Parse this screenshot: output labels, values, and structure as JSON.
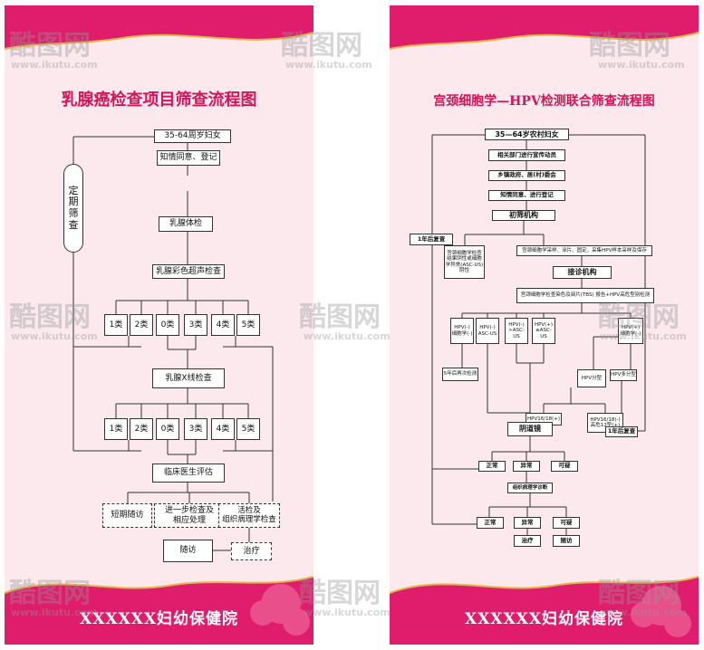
{
  "left": {
    "title": "乳腺癌检查项目筛查流程图",
    "periodic_label": "定期\n筛查",
    "n1": "35-64周岁妇女",
    "n2": "知情同意、登记",
    "n3": "乳腺体检",
    "n4": "乳腺彩色超声检查",
    "cats1": [
      "1类",
      "2类",
      "0类",
      "3类",
      "4类",
      "5类"
    ],
    "n5": "乳腺X线检查",
    "cats2": [
      "1类",
      "2类",
      "0类",
      "3类",
      "4类",
      "5类"
    ],
    "n6": "临床医生评估",
    "o1": "短期随访",
    "o2": "进一步检查及\n相应处理",
    "o3": "活检及\n组织病理学检查",
    "o4": "随访",
    "o5": "治疗",
    "org": "XXXXXX妇幼保健院"
  },
  "right": {
    "title": "宫颈细胞学—HPV检测联合筛查流程图",
    "r1": "35—64岁农村妇女",
    "r2": "相关部门进行宣传动员",
    "r3": "乡镇政府、居(村)委会",
    "r4": "知情同意、进行登记",
    "r5": "初筛机构",
    "year1": "1年后复查",
    "r6a": "宫颈细胞学检查结果阴性或细胞学异常(ASC-US)阴性",
    "r6b": "宫颈细胞学采样、涂片、固定，采集HPV样本采样及保存",
    "r7": "接诊机构",
    "r8": "宫颈细胞学检查染色及阅片(TBS) 报告+HPV高危型别检测",
    "h1": "HPV(-)\n细胞学(-)",
    "h2": "HPV(-)\nASC-US",
    "h3": "HPV(-)\n>ASC-US",
    "h4": "HPV(+)\n≥ASC-US",
    "h5": "HPV(+)\n细胞学(-)",
    "five": "5年后再次检测",
    "hg": "HPV分型",
    "hfu": "HPV多分型",
    "h16a": "HPV16/18(+)",
    "h16b": "HPV16/18(-)\n高危12型(+)",
    "year2": "1年后复查",
    "col": "阴道镜",
    "c1": "正常",
    "c2": "异常",
    "c3": "可疑",
    "path": "组织病理学诊断",
    "p1": "正常",
    "p2": "异常",
    "p3": "可疑",
    "t1": "治疗",
    "t2": "随访",
    "org": "XXXXXX妇幼保健院"
  },
  "watermark": {
    "brand": "酷图网",
    "url": "www.ikutu.com"
  },
  "colors": {
    "accent": "#e01c6c",
    "title": "#d4145a",
    "panel": "#fbe9ee",
    "gold": "#e3b84a"
  }
}
